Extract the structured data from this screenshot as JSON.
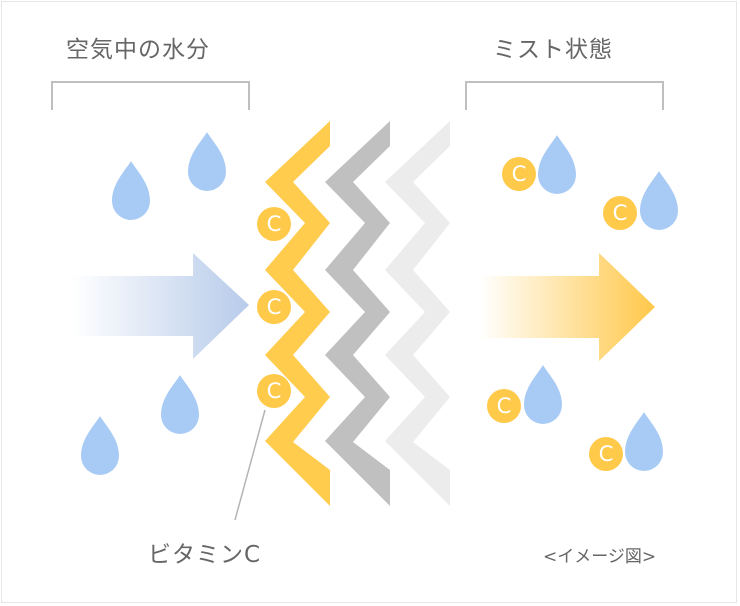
{
  "labels": {
    "left_title": "空気中の水分",
    "right_title": "ミスト状態",
    "vitamin_c": "ビタミンC",
    "image_note": "<イメージ図>"
  },
  "badge_letter": "C",
  "colors": {
    "drop": "#a8cbf5",
    "vitamin": "#ffc94a",
    "zigzag_yellow": "#ffcc4d",
    "zigzag_gray": "#c0c0c0",
    "zigzag_light": "#ececec",
    "arrow_blue_end": "#b7cbea",
    "arrow_yellow_end": "#ffc84a",
    "bracket": "#bfbfbf",
    "text": "#666666",
    "leader": "#b4b4b4"
  },
  "icons": {
    "water_drop": "water-drop-icon",
    "vitamin_c_badge": "vitamin-c-badge-icon",
    "flow_arrow": "arrow-right-icon"
  }
}
